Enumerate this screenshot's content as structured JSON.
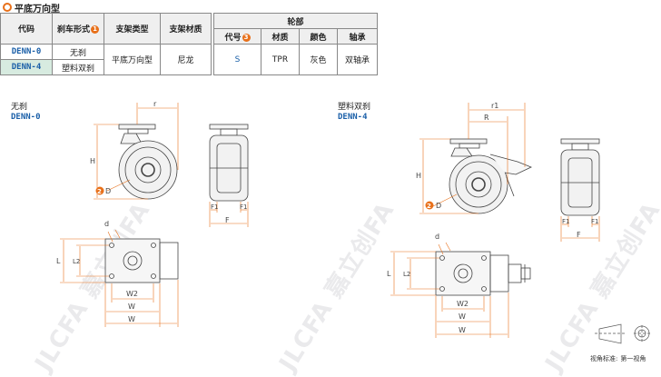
{
  "section_title": "平底万向型",
  "table": {
    "headers": {
      "code": "代码",
      "brake": "刹车形式",
      "brake_badge": "1",
      "bracket_type": "支架类型",
      "bracket_material": "支架材质",
      "wheel": "轮部",
      "wheel_code": "代号",
      "wheel_code_badge": "3",
      "material": "材质",
      "color": "颜色",
      "bearing": "轴承"
    },
    "rows": [
      {
        "code": "DENN-0",
        "brake": "无刹"
      },
      {
        "code": "DENN-4",
        "brake": "塑料双刹"
      }
    ],
    "bracket_type": "平底万向型",
    "bracket_material": "尼龙",
    "wheel_code": "S",
    "material": "TPR",
    "color": "灰色",
    "bearing": "双轴承"
  },
  "views": {
    "left": {
      "title": "无刹",
      "code": "DENN-0"
    },
    "right": {
      "title": "塑料双刹",
      "code": "DENN-4"
    }
  },
  "dims": {
    "r": "r",
    "r1": "r1",
    "R": "R",
    "H": "H",
    "D": "D",
    "D_badge": "2",
    "F": "F",
    "F1": "F1",
    "d": "d",
    "L": "L",
    "L2": "L2",
    "W": "W",
    "W2": "W2"
  },
  "watermark": "JLCFA 嘉立创FA",
  "footer": {
    "label": "视角标准:",
    "value": "第一视角"
  },
  "colors": {
    "accent": "#e8701a",
    "code_blue": "#1a5fa8",
    "highlight_row": "#d7ebe0"
  }
}
